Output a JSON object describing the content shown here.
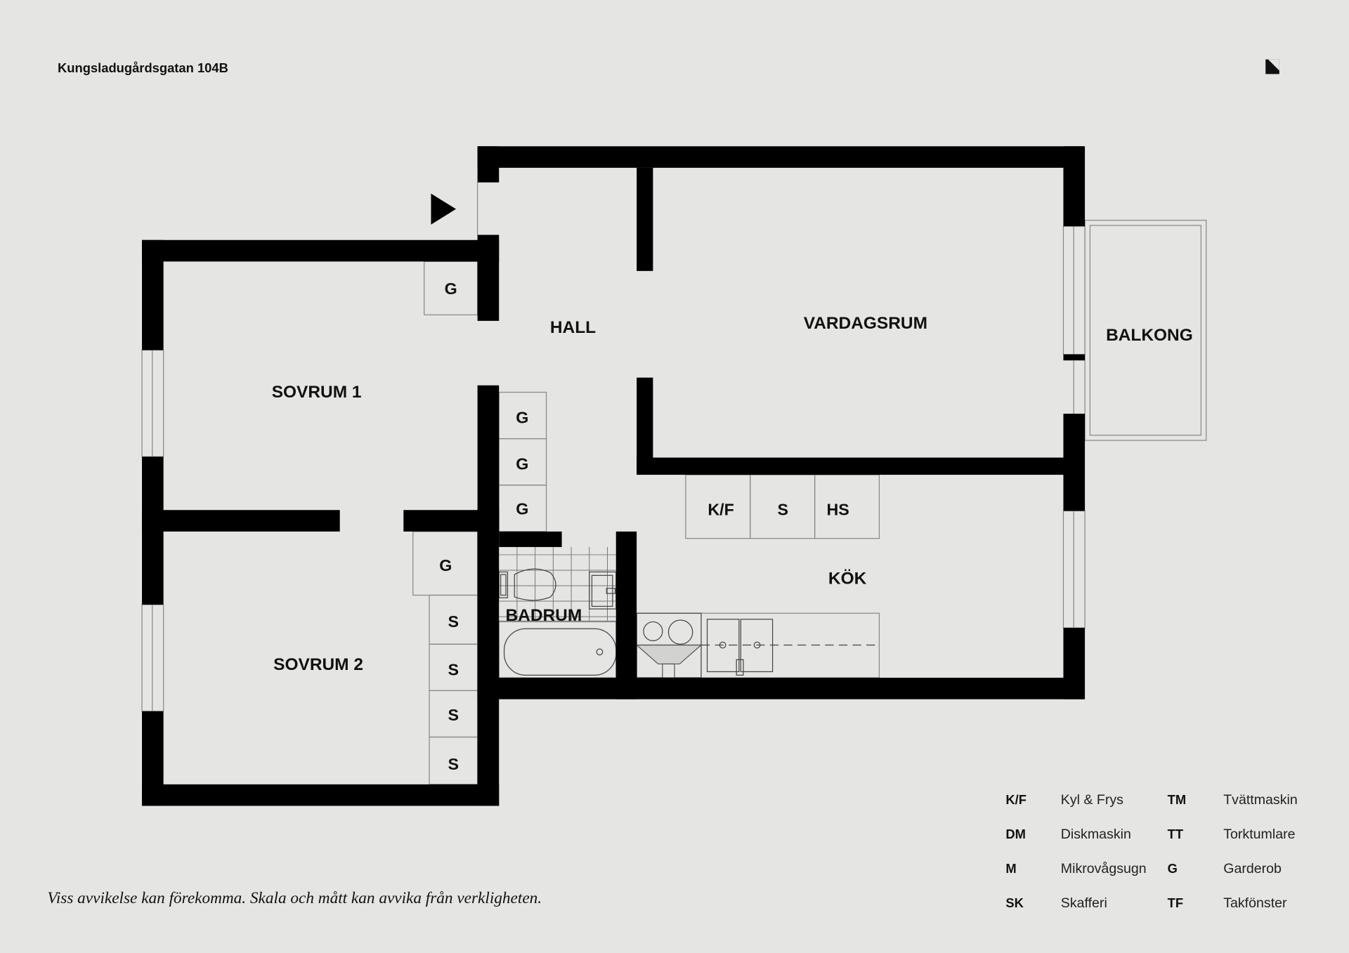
{
  "header": {
    "address": "Kungsladugårdsgatan 104B",
    "logo_icon": "brand-logo-icon"
  },
  "rooms": {
    "hall": "HALL",
    "vardagsrum": "VARDAGSRUM",
    "balkong": "BALKONG",
    "sovrum1": "SOVRUM 1",
    "sovrum2": "SOVRUM 2",
    "badrum": "BADRUM",
    "kok": "KÖK"
  },
  "fixtures": {
    "g": "G",
    "s": "S",
    "kf": "K/F",
    "hs": "HS"
  },
  "legend": [
    {
      "key": "K/F",
      "value": "Kyl & Frys"
    },
    {
      "key": "DM",
      "value": "Diskmaskin"
    },
    {
      "key": "M",
      "value": "Mikrovågsugn"
    },
    {
      "key": "SK",
      "value": "Skafferi"
    },
    {
      "key": "TM",
      "value": "Tvättmaskin"
    },
    {
      "key": "TT",
      "value": "Torktumlare"
    },
    {
      "key": "G",
      "value": "Garderob"
    },
    {
      "key": "TF",
      "value": "Takfönster"
    }
  ],
  "disclaimer": "Viss avvikelse kan förekomma. Skala och mått kan avvika från verkligheten."
}
